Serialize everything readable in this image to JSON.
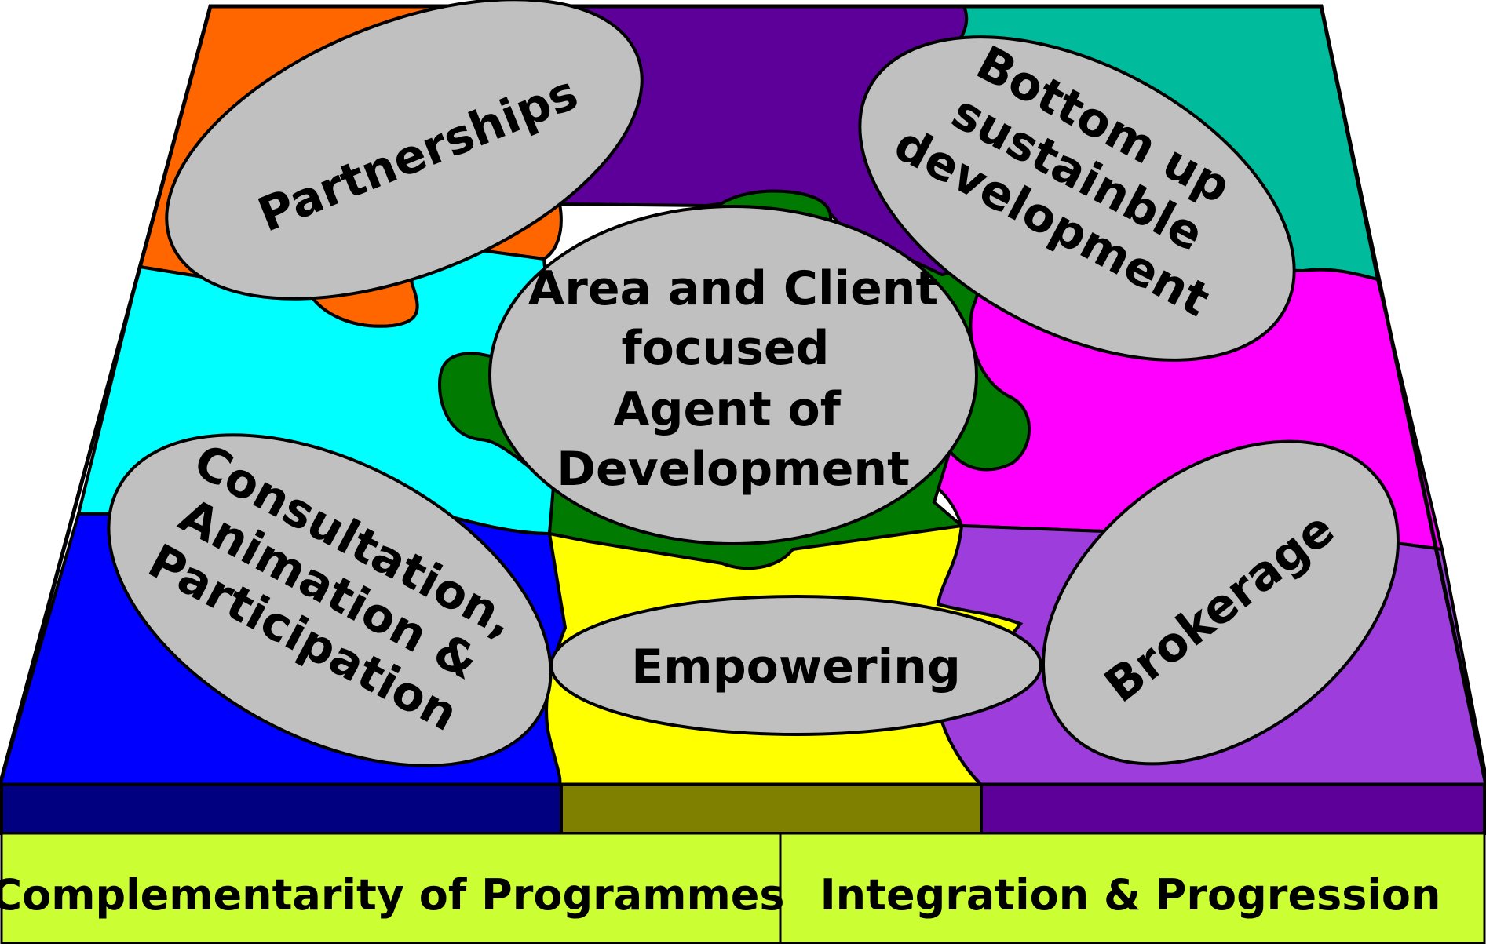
{
  "diagram": {
    "center": {
      "lines": [
        "Area and Client",
        "focused",
        "Agent of",
        "Development"
      ]
    },
    "ovals": {
      "partnerships": "Partnerships",
      "bottom_up": [
        "Bottom up",
        "sustainble",
        "development"
      ],
      "consultation": [
        "Consultation,",
        "Animation &",
        "Participation"
      ],
      "empowering": "Empowering",
      "brokerage": "Brokerage"
    },
    "base": {
      "left_label": "Complementarity of Programmes",
      "right_label": "Integration & Progression"
    },
    "colors": {
      "orange": "#ff6600",
      "purple": "#5c0099",
      "teal": "#00bc9c",
      "cyan": "#00ffff",
      "magenta": "#ff00ff",
      "blue": "#0000ff",
      "yellow": "#ffff00",
      "violet": "#9c3ddc",
      "green": "#007a00",
      "oval_fill": "#c0c0c0",
      "base_left": "#000080",
      "base_mid": "#808000",
      "base_right": "#5c0099",
      "bottom_bar": "#ccff33"
    }
  }
}
